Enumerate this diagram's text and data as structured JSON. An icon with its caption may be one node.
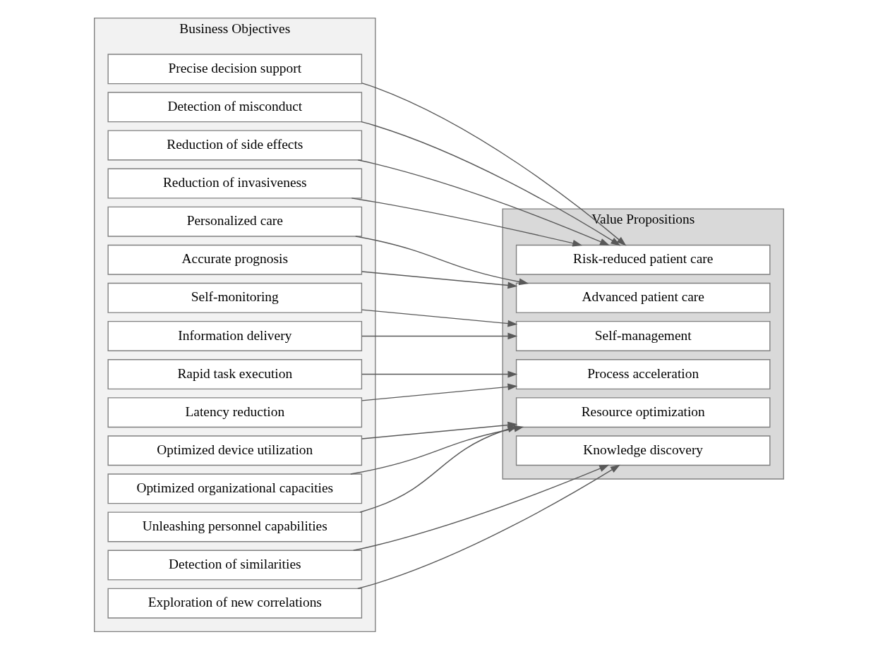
{
  "diagram": {
    "nodes": [
      {
        "text": [
          "Business Objectives"
        ]
      },
      {
        "text": [
          "Precise decision support"
        ],
        "in": 0
      },
      {
        "text": [
          "Detection of misconduct"
        ],
        "in": 0
      },
      {
        "text": [
          "Reduction of side effects"
        ],
        "in": 0
      },
      {
        "text": [
          "Reduction of invasiveness"
        ],
        "in": 0
      },
      {
        "text": [
          "Personalized care"
        ],
        "in": 0
      },
      {
        "text": [
          "Accurate prognosis"
        ],
        "in": 0
      },
      {
        "text": [
          "Self-monitoring"
        ],
        "in": 0
      },
      {
        "text": [
          "Information delivery"
        ],
        "in": 0
      },
      {
        "text": [
          "Rapid task execution"
        ],
        "in": 0
      },
      {
        "text": [
          "Latency reduction"
        ],
        "in": 0
      },
      {
        "text": [
          "Optimized device utilization"
        ],
        "in": 0
      },
      {
        "text": [
          "Optimized organizational capacities"
        ],
        "in": 0
      },
      {
        "text": [
          "Unleashing personnel capabilities"
        ],
        "in": 0
      },
      {
        "text": [
          "Detection of similarities"
        ],
        "in": 0
      },
      {
        "text": [
          "Exploration of new correlations"
        ],
        "in": 0
      },
      {
        "text": [
          "Value Propositions"
        ]
      },
      {
        "text": [
          "Risk-reduced patient care"
        ],
        "in": 16
      },
      {
        "text": [
          "Advanced patient care"
        ],
        "in": 16
      },
      {
        "text": [
          "Self-management"
        ],
        "in": 16
      },
      {
        "text": [
          "Process acceleration"
        ],
        "in": 16
      },
      {
        "text": [
          "Resource optimization"
        ],
        "in": 16
      },
      {
        "text": [
          "Knowledge discovery"
        ],
        "in": 16
      }
    ],
    "edges": [
      {
        "from": 1,
        "to": 17,
        "arrow": "to"
      },
      {
        "from": 2,
        "to": 17,
        "arrow": "to"
      },
      {
        "from": 3,
        "to": 17,
        "arrow": "to"
      },
      {
        "from": 4,
        "to": 17,
        "arrow": "to"
      },
      {
        "from": 5,
        "to": 18,
        "arrow": "to"
      },
      {
        "from": 6,
        "to": 18,
        "arrow": "to"
      },
      {
        "from": 7,
        "to": 19,
        "arrow": "to"
      },
      {
        "from": 8,
        "to": 19,
        "arrow": "to"
      },
      {
        "from": 9,
        "to": 20,
        "arrow": "to"
      },
      {
        "from": 10,
        "to": 20,
        "arrow": "to"
      },
      {
        "from": 11,
        "to": 21,
        "arrow": "to"
      },
      {
        "from": 12,
        "to": 21,
        "arrow": "to"
      },
      {
        "from": 13,
        "to": 21,
        "arrow": "to"
      },
      {
        "from": 14,
        "to": 22,
        "arrow": "to"
      },
      {
        "from": 15,
        "to": 22,
        "arrow": "to"
      }
    ]
  }
}
